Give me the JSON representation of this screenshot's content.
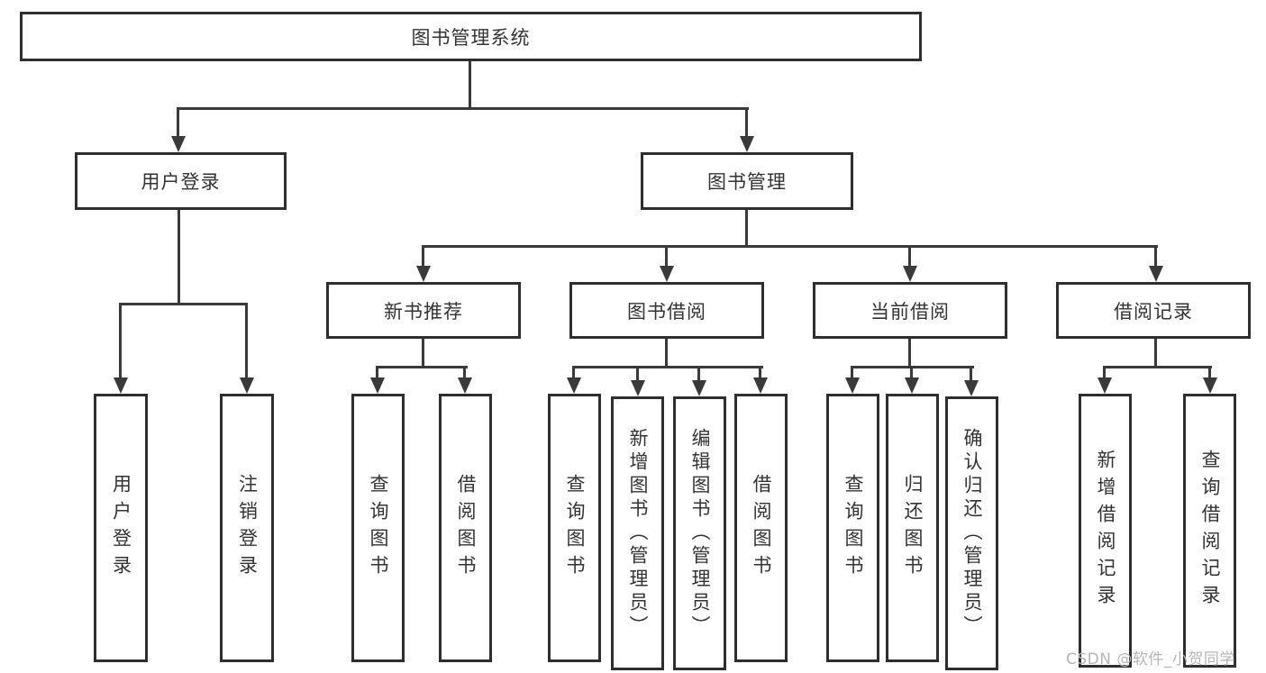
{
  "nodes": {
    "root": "图书管理系统",
    "user_login": "用户登录",
    "book_mgmt": "图书管理",
    "new_book": "新书推荐",
    "book_borrow": "图书借阅",
    "current_borrow": "当前借阅",
    "borrow_record": "借阅记录"
  },
  "leaves": [
    {
      "label": "用户登录"
    },
    {
      "label": "注销登录"
    },
    {
      "label": "查询图书"
    },
    {
      "label": "借阅图书"
    },
    {
      "label": "查询图书"
    },
    {
      "label": "新增图书（管理员）"
    },
    {
      "label": "编辑图书（管理员）"
    },
    {
      "label": "借阅图书"
    },
    {
      "label": "查询图书"
    },
    {
      "label": "归还图书"
    },
    {
      "label": "确认归还（管理员）"
    },
    {
      "label": "新增借阅记录"
    },
    {
      "label": "查询借阅记录"
    }
  ],
  "watermark": "CSDN @软件_小贺同学",
  "colors": {
    "line": "#3a3a3a",
    "border": "#2e2e2e",
    "text": "#333333",
    "background": "#ffffff",
    "watermark": "#b5b5b5"
  }
}
